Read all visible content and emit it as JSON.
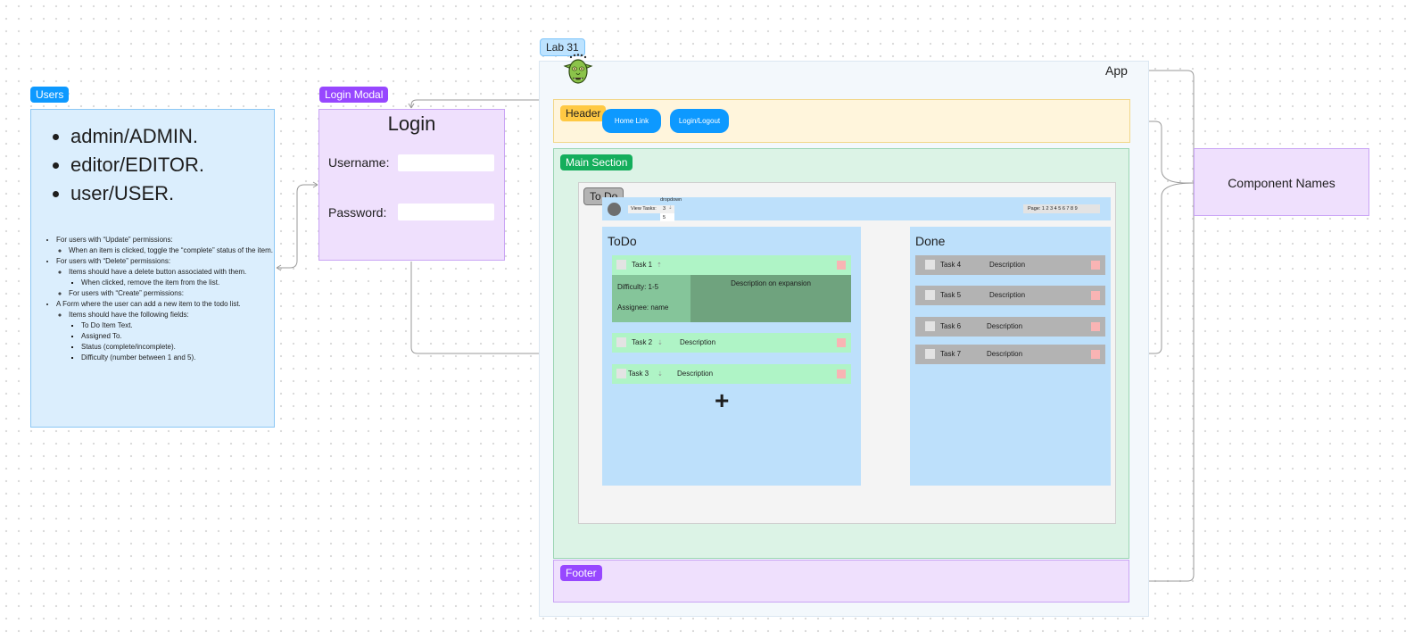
{
  "tags": {
    "users": "Users",
    "login_modal": "Login Modal",
    "lab": "Lab 31",
    "header": "Header",
    "main_section": "Main Section",
    "todo": "To Do",
    "footer": "Footer"
  },
  "users": {
    "roles": [
      "admin/ADMIN.",
      "editor/EDITOR.",
      "user/USER."
    ],
    "notes": {
      "update_heading": "For users with “Update” permissions:",
      "update_item": "When an item is clicked, toggle the “complete” status of the item.",
      "delete_heading": "For users with “Delete” permissions:",
      "delete_item": "Items should have a delete button associated with them.",
      "delete_sub": "When clicked, remove the item from the list.",
      "create_heading": "For users with “Create” permissions:",
      "form_heading": "A Form where the user can add a new item to the todo list.",
      "fields_heading": "Items should have the following fields:",
      "fields": [
        "To Do Item Text.",
        "Assigned To.",
        "Status (complete/incomplete).",
        "Difficulty (number between 1 and 5)."
      ]
    }
  },
  "login": {
    "title": "Login",
    "username_label": "Username:",
    "password_label": "Password:"
  },
  "app": {
    "label": "App",
    "header": {
      "home_link": "Home Link",
      "login_logout": "Login/Logout"
    },
    "toolbar": {
      "dropdown": "dropdown",
      "view_tasks": "View Tasks:",
      "selected": "3",
      "option": "5",
      "pager": "Page: 1  2  3  4  5  6  7  8  9"
    },
    "todo_column": {
      "title": "ToDo",
      "tasks": [
        {
          "name": "Task 1",
          "description": ""
        },
        {
          "name": "Task 2",
          "description": "Description"
        },
        {
          "name": "Task 3",
          "description": "Description"
        }
      ],
      "expansion": {
        "difficulty": "Difficulty: 1-5",
        "assignee": "Assignee: name",
        "description": "Description on expansion"
      },
      "add_symbol": "+"
    },
    "done_column": {
      "title": "Done",
      "tasks": [
        {
          "name": "Task 4",
          "description": "Description"
        },
        {
          "name": "Task 5",
          "description": "Description"
        },
        {
          "name": "Task 6",
          "description": "Description"
        },
        {
          "name": "Task 7",
          "description": "Description"
        }
      ]
    }
  },
  "component_names": "Component Names",
  "colors": {
    "blue_accent": "#0d99ff",
    "purple_accent": "#9747ff",
    "green_accent": "#14ae5c",
    "yellow_accent": "#ffc943"
  }
}
